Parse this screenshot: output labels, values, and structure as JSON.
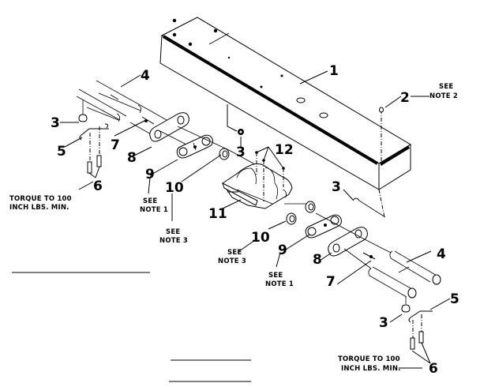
{
  "diagram": {
    "title": "Exploded parts diagram - axle / pivot assembly",
    "callouts": [
      {
        "id": "c1",
        "number": "1",
        "part": "main-beam"
      },
      {
        "id": "c2",
        "number": "2",
        "part": "top-screw",
        "note": "SEE|NOTE 2"
      },
      {
        "id": "c3a",
        "number": "3",
        "part": "nut-left-bracket"
      },
      {
        "id": "c3b",
        "number": "3",
        "part": "nut-under-beam"
      },
      {
        "id": "c3c",
        "number": "3",
        "part": "nut-beam-right"
      },
      {
        "id": "c3d",
        "number": "3",
        "part": "nut-right-bracket"
      },
      {
        "id": "c4a",
        "number": "4",
        "part": "arm-left"
      },
      {
        "id": "c4b",
        "number": "4",
        "part": "arm-right"
      },
      {
        "id": "c5a",
        "number": "5",
        "part": "clip-left"
      },
      {
        "id": "c5b",
        "number": "5",
        "part": "clip-right"
      },
      {
        "id": "c6a",
        "number": "6",
        "part": "bolts-left"
      },
      {
        "id": "c6b",
        "number": "6",
        "part": "bolts-right"
      },
      {
        "id": "c7a",
        "number": "7",
        "part": "pin-left"
      },
      {
        "id": "c7b",
        "number": "7",
        "part": "pin-right"
      },
      {
        "id": "c8a",
        "number": "8",
        "part": "link-plate-left"
      },
      {
        "id": "c8b",
        "number": "8",
        "part": "link-plate-right"
      },
      {
        "id": "c9a",
        "number": "9",
        "part": "bearing-left",
        "note": "SEE|NOTE 1"
      },
      {
        "id": "c9b",
        "number": "9",
        "part": "bearing-right",
        "note": "SEE|NOTE 1"
      },
      {
        "id": "c10a",
        "number": "10",
        "part": "bushing-left",
        "note": "SEE|NOTE 3"
      },
      {
        "id": "c10b",
        "number": "10",
        "part": "bushing-right",
        "note": "SEE|NOTE 3"
      },
      {
        "id": "c11",
        "number": "11",
        "part": "center-bracket"
      },
      {
        "id": "c12",
        "number": "12",
        "part": "bracket-screws"
      }
    ],
    "notes": {
      "see": "SEE",
      "note1": "NOTE 1",
      "note2": "NOTE 2",
      "note3": "NOTE 3",
      "torque_line1": "TORQUE TO 100",
      "torque_line2": "INCH LBS. MIN."
    }
  }
}
